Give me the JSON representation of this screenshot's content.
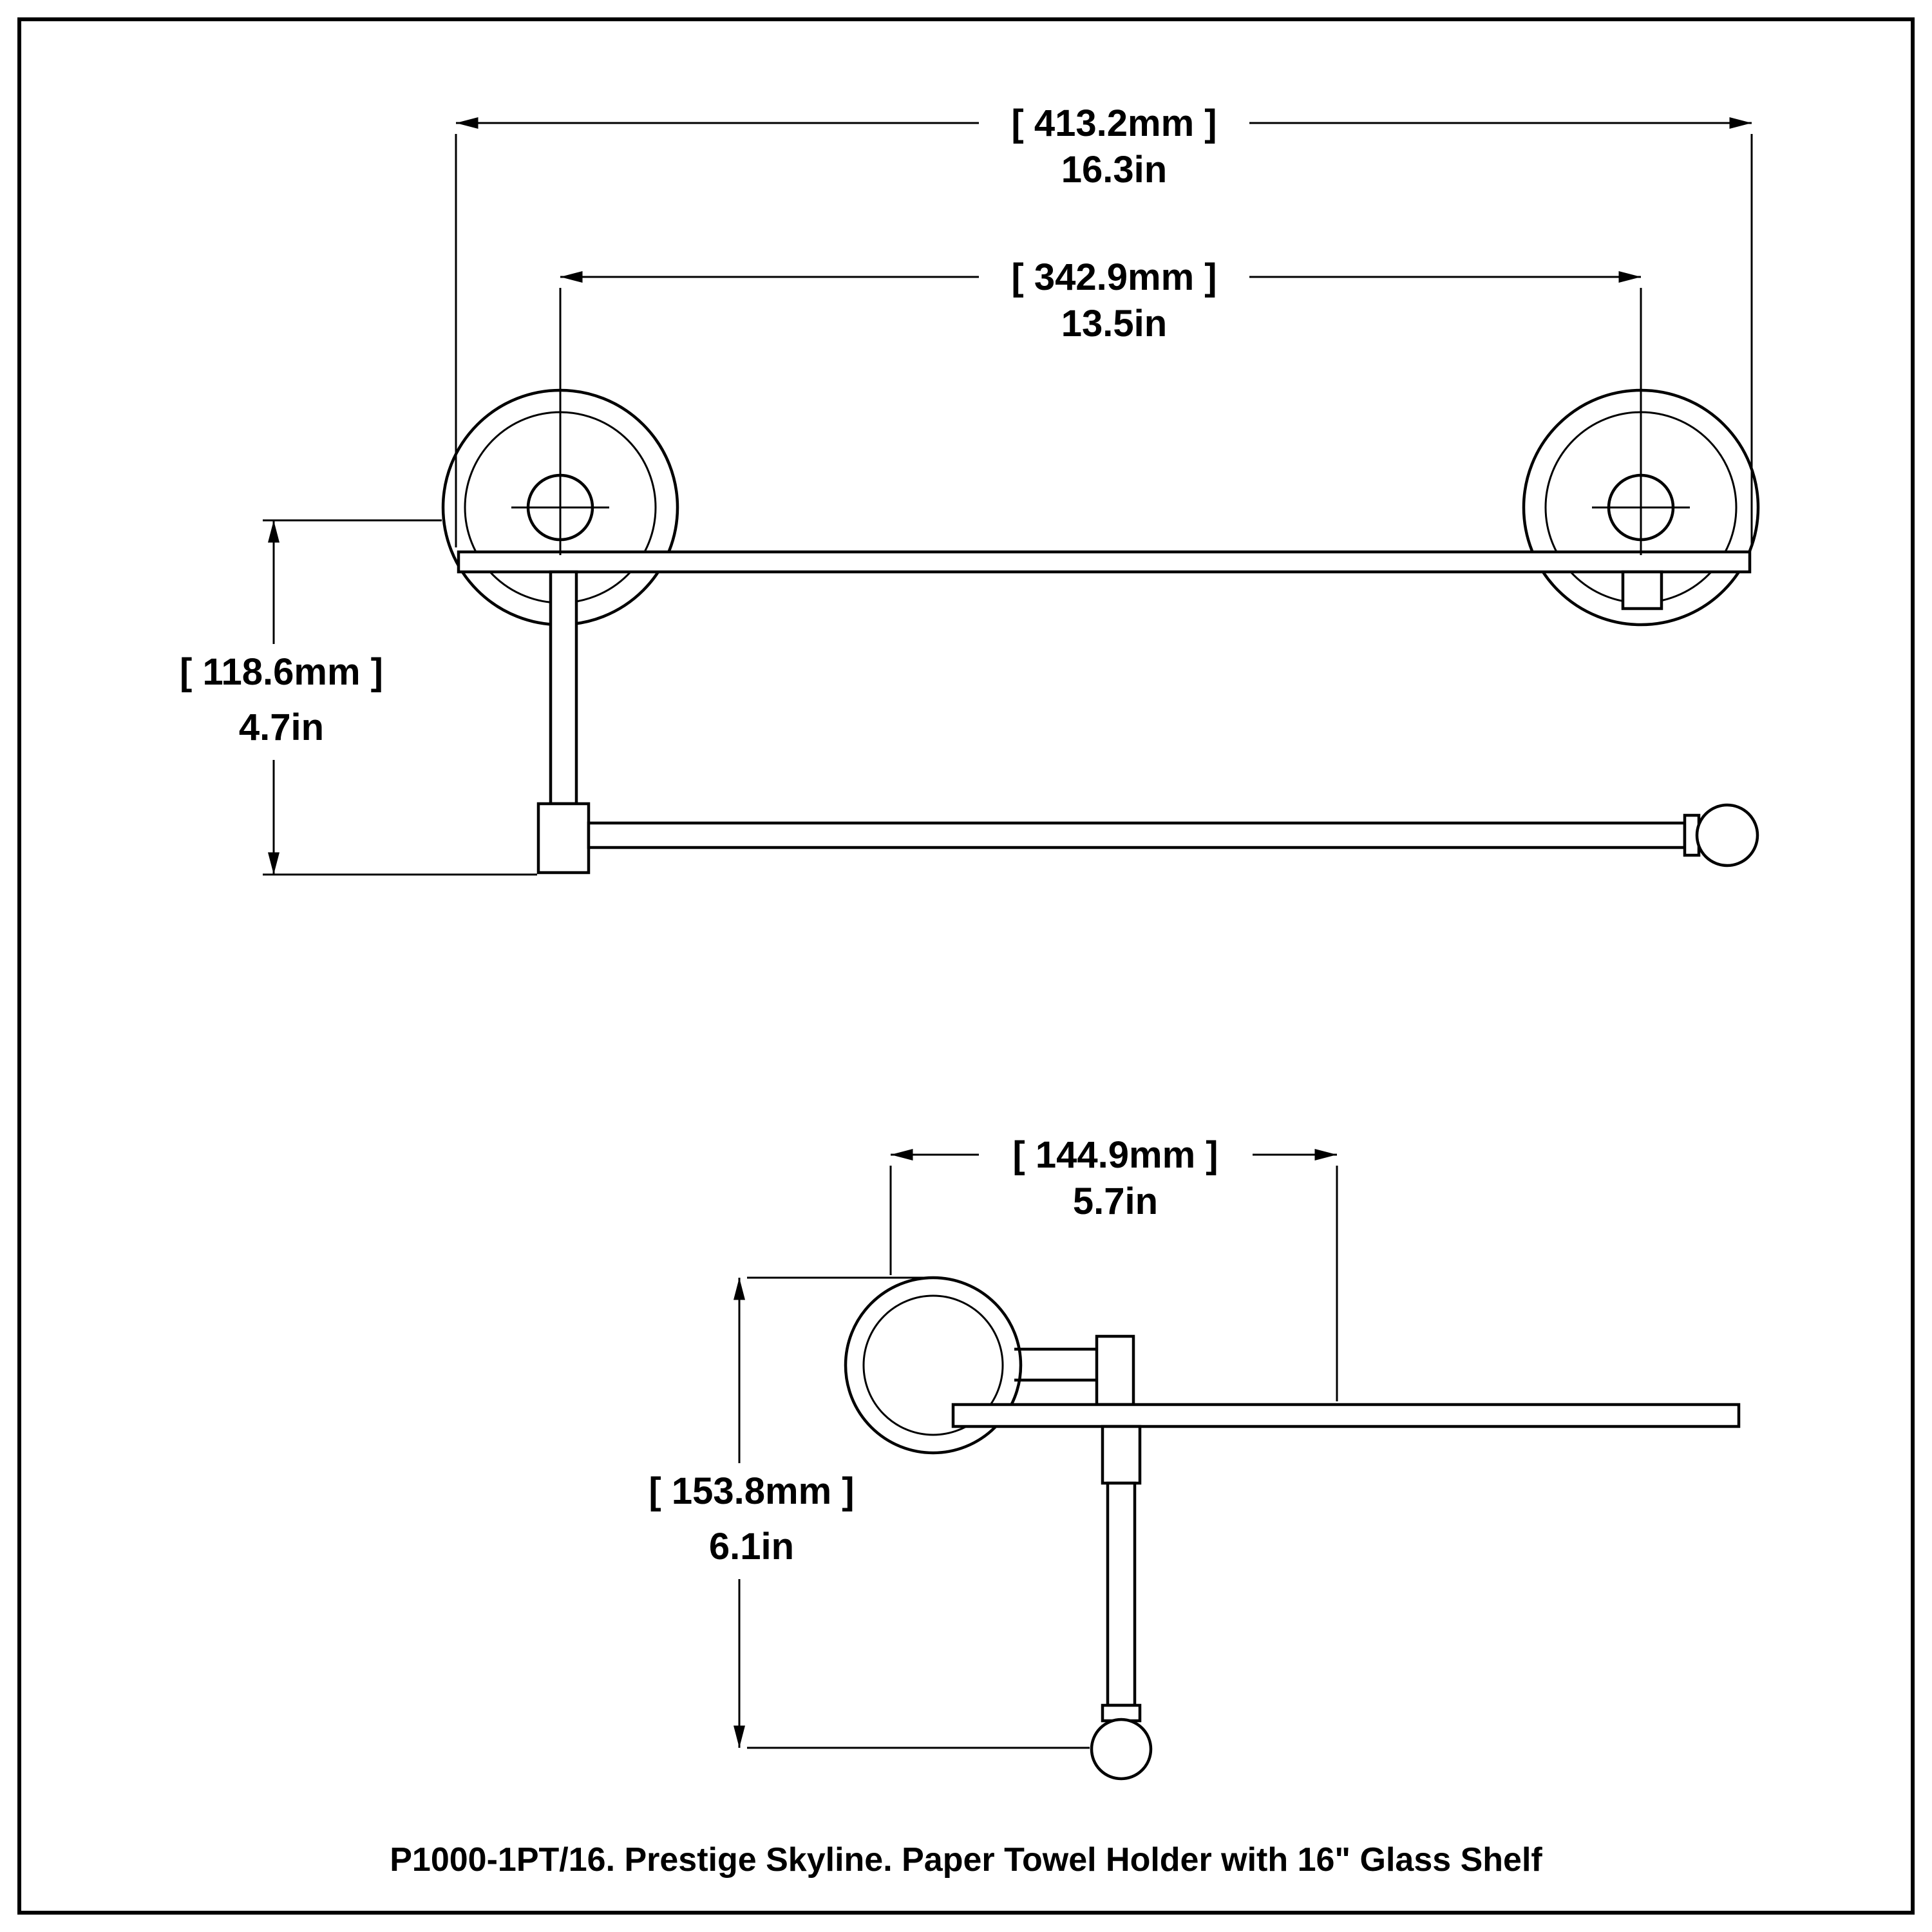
{
  "style": {
    "ink_color": "#000000",
    "background_color": "#ffffff"
  },
  "caption": "P1000-1PT/16. Prestige Skyline. Paper Towel Holder with 16\" Glass Shelf",
  "front_view": {
    "overall_width_mm": "[ 413.2mm ]",
    "overall_width_in": "16.3in",
    "center_spacing_mm": "[ 342.9mm ]",
    "center_spacing_in": "13.5in",
    "drop_height_mm": "[ 118.6mm ]",
    "drop_height_in": "4.7in"
  },
  "side_view": {
    "projection_mm": "[ 144.9mm ]",
    "projection_in": "5.7in",
    "overall_height_mm": "[ 153.8mm ]",
    "overall_height_in": "6.1in"
  }
}
